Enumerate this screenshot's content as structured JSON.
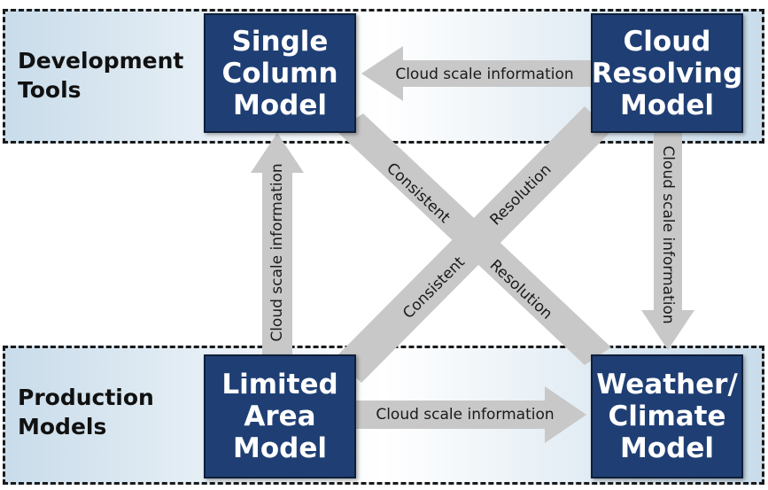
{
  "bands": {
    "development": {
      "label": "Development\nTools"
    },
    "production": {
      "label": "Production\nModels"
    }
  },
  "boxes": {
    "single_column": {
      "lines": [
        "Single",
        "Column",
        "Model"
      ]
    },
    "cloud_resolving": {
      "lines": [
        "Cloud",
        "Resolving",
        "Model"
      ]
    },
    "limited_area": {
      "lines": [
        "Limited",
        "Area",
        "Model"
      ]
    },
    "weather_climate": {
      "lines": [
        "Weather/",
        "Climate",
        "Model"
      ]
    }
  },
  "arrows": {
    "crm_to_scm": "Cloud scale information",
    "lam_to_wcm": "Cloud scale information",
    "lam_to_scm": "Cloud scale information",
    "crm_to_wcm": "Cloud scale information",
    "scm_wcm_upper": "Consistent",
    "scm_wcm_lower": "Resolution",
    "crm_lam_upper": "Resolution",
    "crm_lam_lower": "Consistent"
  },
  "colors": {
    "box_fill": "#1f3f74",
    "arrow_fill": "#c8c8c8",
    "band_edge": "#c9dcea"
  }
}
